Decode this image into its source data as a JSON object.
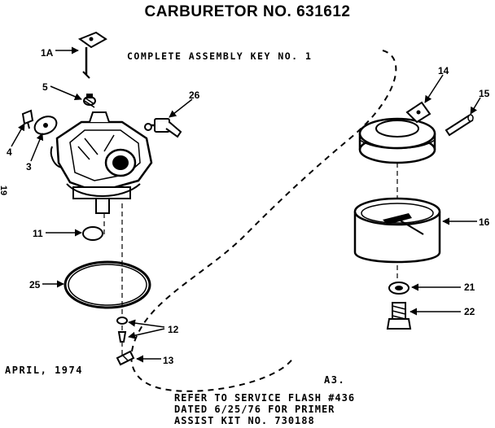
{
  "title": "CARBURETOR NO. 631612",
  "assembly_note": "COMPLETE ASSEMBLY KEY NO. 1",
  "date_note": "APRIL, 1974",
  "page_code": "A3.",
  "side_mark": "19",
  "service_note": [
    "REFER TO SERVICE FLASH #436",
    "DATED 6/25/76 FOR PRIMER",
    "ASSIST KIT NO. 730188"
  ],
  "callouts": {
    "c1a": "1A",
    "c5": "5",
    "c26": "26",
    "c4": "4",
    "c3": "3",
    "c11": "11",
    "c25": "25",
    "c12": "12",
    "c13": "13",
    "c14": "14",
    "c15": "15",
    "c16": "16",
    "c21": "21",
    "c22": "22"
  }
}
